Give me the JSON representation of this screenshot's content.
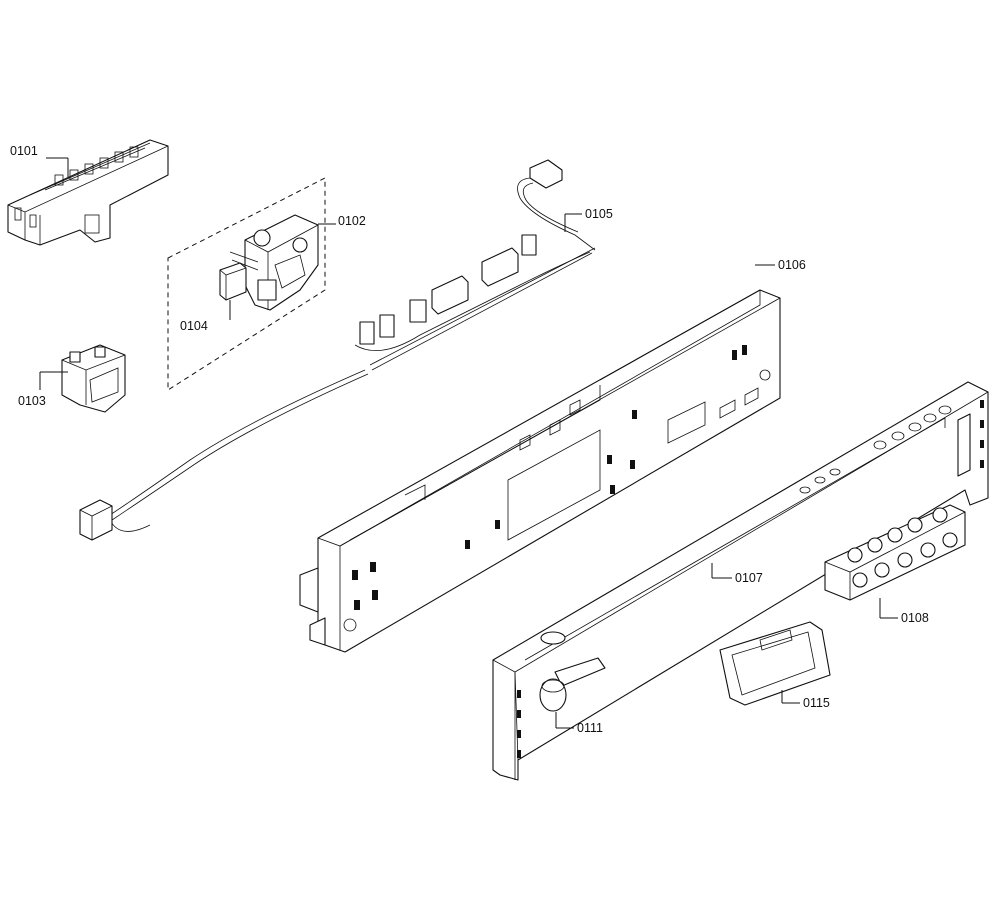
{
  "parts": [
    {
      "id": "p0101",
      "label": "0101"
    },
    {
      "id": "p0102",
      "label": "0102"
    },
    {
      "id": "p0103",
      "label": "0103"
    },
    {
      "id": "p0104",
      "label": "0104"
    },
    {
      "id": "p0105",
      "label": "0105"
    },
    {
      "id": "p0106",
      "label": "0106"
    },
    {
      "id": "p0107",
      "label": "0107"
    },
    {
      "id": "p0108",
      "label": "0108"
    },
    {
      "id": "p0111",
      "label": "0111"
    },
    {
      "id": "p0115",
      "label": "0115"
    }
  ]
}
